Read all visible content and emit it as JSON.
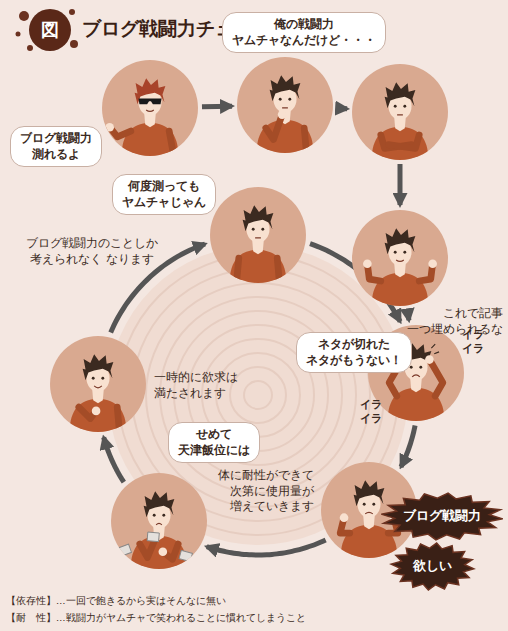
{
  "diagram": {
    "title": "ブログ戦闘力チェッカーの悪循環",
    "nodes": [
      {
        "text": [
          "ブログ戦闘力 測れるよ"
        ]
      },
      {
        "text": [
          "俺の戦闘力 ヤムチャなんだけど・・・"
        ]
      },
      {
        "text": []
      },
      {
        "text": [
          "これで記事 一つ埋められるな"
        ]
      },
      {
        "text": [
          "ネタが切れた ネタがもうない！",
          "イラ イラ",
          "イラ イラ"
        ]
      },
      {
        "text": [
          "体に耐性ができて 次第に使用量が 増えていきます"
        ]
      },
      {
        "text": [
          "ブログ戦闘力"
        ]
      },
      {
        "text": [
          "欲しい"
        ]
      },
      {
        "text": [
          "せめて 天津飯位には"
        ]
      },
      {
        "text": [
          "一時的に欲求は 満たされます"
        ]
      },
      {
        "text": [
          "何度測っても ヤムチャじゃん",
          "ブログ戦闘力のことしか 考えられなく なります"
        ]
      }
    ],
    "edges": [
      {
        "from": 0,
        "to": 1,
        "arrow": "to"
      },
      {
        "from": 1,
        "to": 2,
        "arrow": "to"
      },
      {
        "from": 2,
        "to": 3,
        "arrow": "to"
      },
      {
        "from": 3,
        "to": 4,
        "arrow": "to"
      },
      {
        "from": 4,
        "to": 5,
        "arrow": "to"
      },
      {
        "from": 5,
        "to": 8,
        "arrow": "to"
      },
      {
        "from": 8,
        "to": 9,
        "arrow": "to"
      },
      {
        "from": 9,
        "to": 10,
        "arrow": "to"
      },
      {
        "from": 10,
        "to": 4,
        "arrow": "to"
      }
    ],
    "labels": [
      "図",
      "【依存性】…一回で飽きるから実はそんなに無い",
      "【耐　性】…戦闘力がヤムチャで笑われることに慣れてしまうこと"
    ]
  }
}
